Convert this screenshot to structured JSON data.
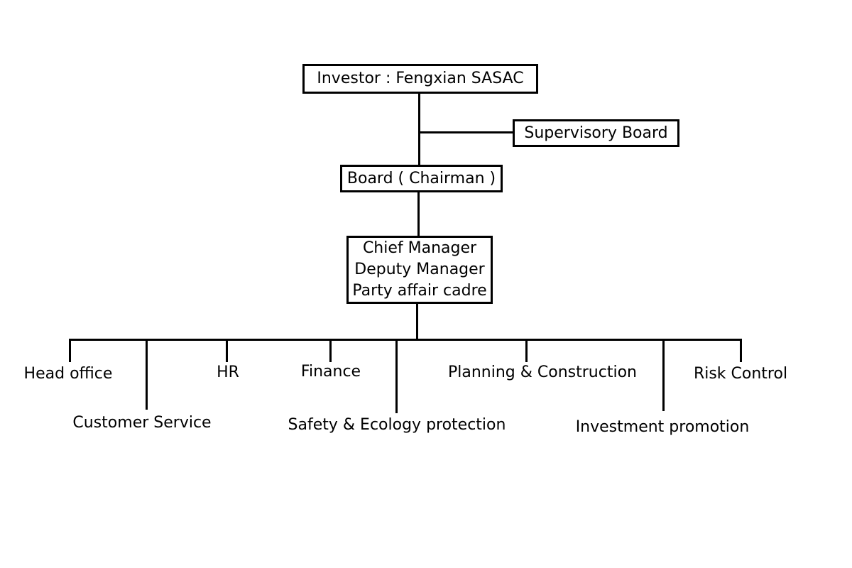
{
  "diagram": {
    "investor": "Investor : Fengxian SASAC",
    "supervisory_board": "Supervisory Board",
    "board": "Board ( Chairman )",
    "management": {
      "chief": "Chief Manager",
      "deputy": "Deputy Manager",
      "party": "Party affair cadre"
    },
    "departments": [
      "Head office",
      "Customer Service",
      "HR",
      "Finance",
      "Safety & Ecology protection",
      "Planning & Construction",
      "Investment promotion",
      "Risk Control"
    ]
  },
  "colors": {
    "line": "#000000",
    "background": "#ffffff"
  }
}
